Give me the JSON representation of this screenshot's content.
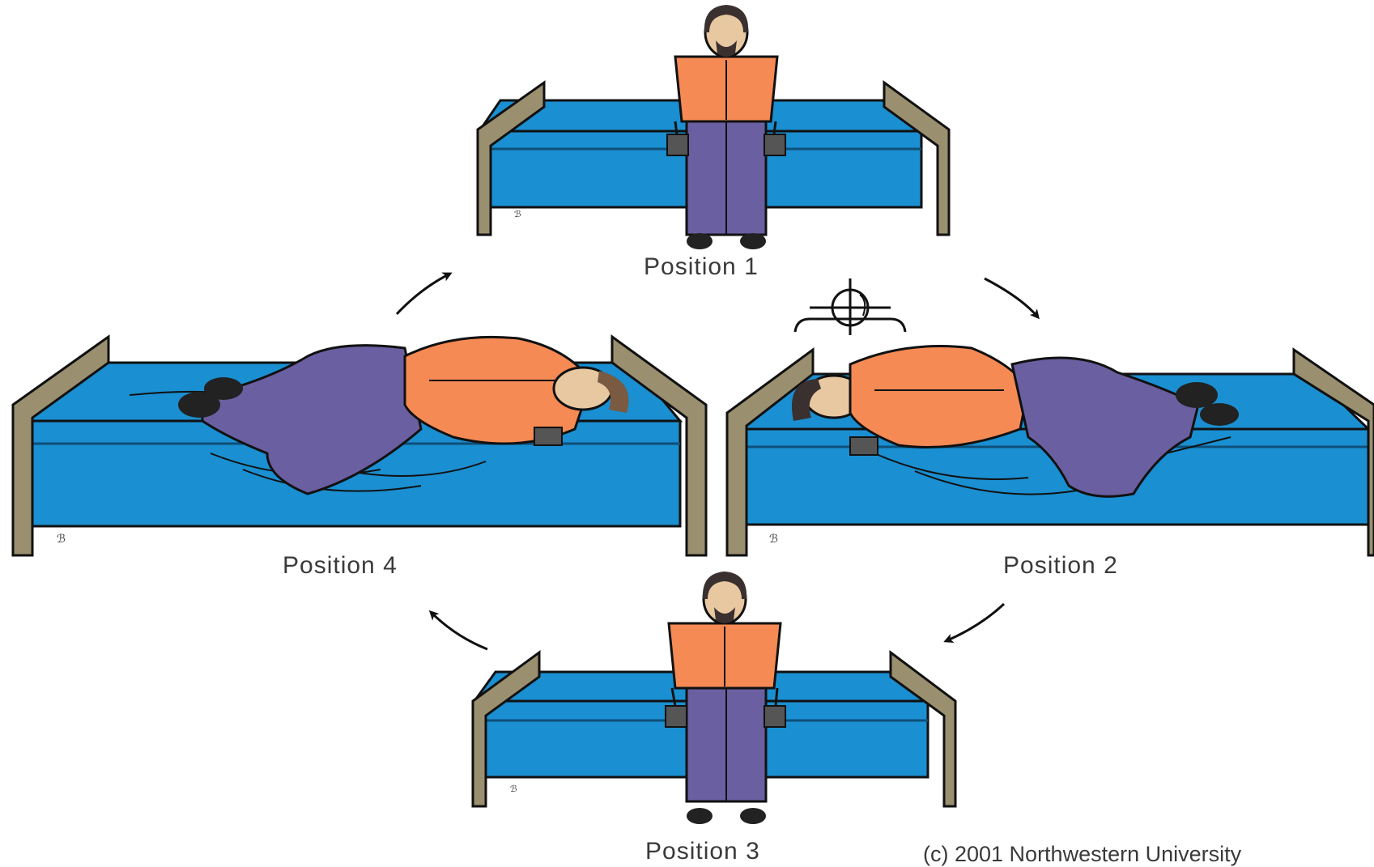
{
  "positions": [
    {
      "label": "Position 1",
      "posture": "sitting"
    },
    {
      "label": "Position 2",
      "posture": "lying-right-side"
    },
    {
      "label": "Position 3",
      "posture": "sitting"
    },
    {
      "label": "Position 4",
      "posture": "lying-left-side"
    }
  ],
  "copyright": "(c) 2001 Northwestern University",
  "colors": {
    "mattress": "#1a8fd1",
    "mattress_dark": "#0f6fa8",
    "bed_frame": "#9a9070",
    "shirt": "#f58a55",
    "pants": "#6a5fa0",
    "hair": "#3a3030",
    "skin": "#e8c8a0",
    "outline": "#111111",
    "arrow": "#111111"
  },
  "icons": {
    "head_rotation": "head-rotation-symbol-icon"
  }
}
